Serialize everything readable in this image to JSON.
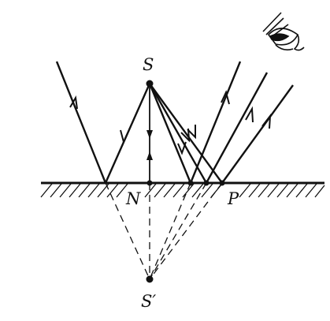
{
  "labels": {
    "source": "S",
    "foot": "N",
    "point": "P",
    "image": "S′"
  },
  "icons": {
    "observer": "eye-icon"
  },
  "colors": {
    "ink": "#111111",
    "background": "#ffffff"
  }
}
